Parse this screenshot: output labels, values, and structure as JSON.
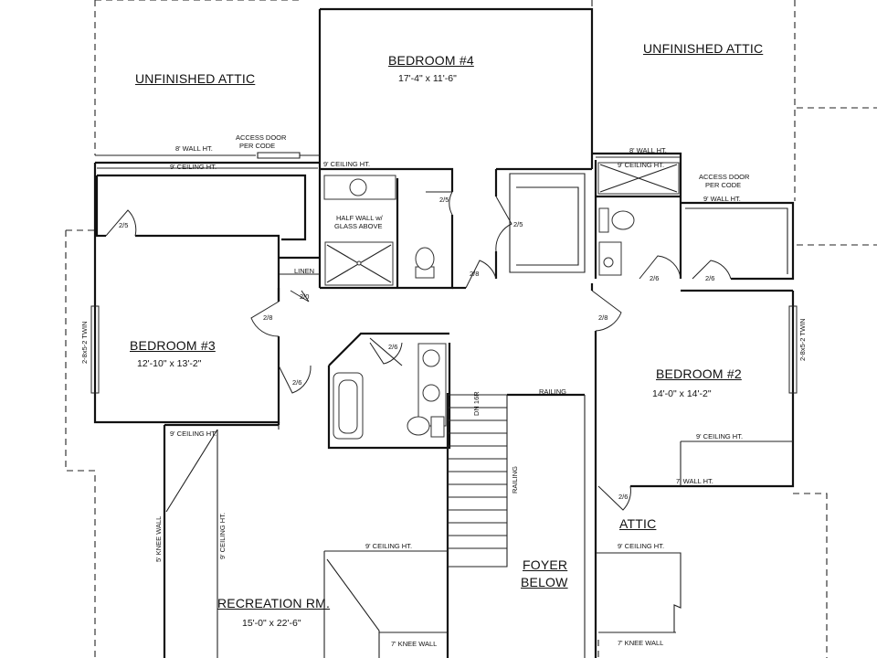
{
  "rooms": {
    "bedroom4": {
      "name": "BEDROOM #4",
      "dim": "17'-4\" x 11'-6\""
    },
    "bedroom3": {
      "name": "BEDROOM #3",
      "dim": "12'-10\" x 13'-2\""
    },
    "bedroom2": {
      "name": "BEDROOM #2",
      "dim": "14'-0\" x 14'-2\""
    },
    "recreation": {
      "name": "RECREATION RM.",
      "dim": "15'-0\" x 22'-6\""
    },
    "attic_left": {
      "name": "UNFINISHED ATTIC"
    },
    "attic_right": {
      "name": "UNFINISHED ATTIC"
    },
    "attic_small": {
      "name": "ATTIC"
    },
    "foyer": {
      "line1": "FOYER",
      "line2": "BELOW"
    }
  },
  "notes": {
    "access_door": "ACCESS DOOR",
    "per_code": "PER CODE",
    "wall_8": "8' WALL HT.",
    "wall_9": "9' WALL HT.",
    "wall_7": "7' WALL HT.",
    "ceiling_9": "9' CEILING HT.",
    "half_wall_1": "HALF WALL w/",
    "half_wall_2": "GLASS ABOVE",
    "linen": "LINEN",
    "railing": "RAILING",
    "dn": "DN 16R",
    "twin": "2-8x5-2 TWIN",
    "knee_5": "5' KNEE WALL",
    "knee_7": "7' KNEE WALL",
    "door_25": "2/5",
    "door_26": "2/6",
    "door_28": "2/8",
    "door_20": "2/0"
  }
}
